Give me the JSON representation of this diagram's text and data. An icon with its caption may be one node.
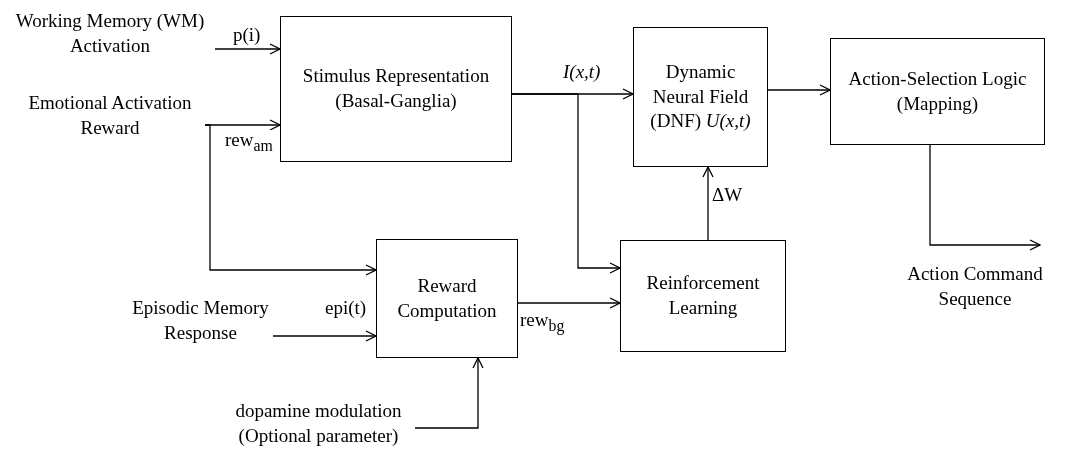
{
  "diagram": {
    "nodes": [
      {
        "text": [
          "Working Memory (WM) Activation"
        ]
      },
      {
        "text": [
          "Emotional Activation Reward"
        ]
      },
      {
        "text": [
          "Stimulus Representation (Basal-Ganglia)"
        ]
      },
      {
        "text": [
          "Dynamic Neural Field (DNF) *U(x,t)*"
        ]
      },
      {
        "text": [
          "Action-Selection Logic (Mapping)"
        ]
      },
      {
        "text": [
          "Episodic Memory Response"
        ]
      },
      {
        "text": [
          "Reward Computation"
        ]
      },
      {
        "text": [
          "Reinforcement Learning"
        ]
      },
      {
        "text": [
          "dopamine modulation (Optional parameter)"
        ]
      }
    ],
    "edges": [
      {
        "from": 0,
        "to": 2,
        "arrow": "to",
        "label": "p(i)"
      },
      {
        "from": 1,
        "to": 2,
        "arrow": "to",
        "label": "rew$_{am}$"
      },
      {
        "from": 1,
        "to": 6,
        "arrow": "to"
      },
      {
        "from": 2,
        "to": 3,
        "arrow": "to",
        "label": "I(x,t)"
      },
      {
        "from": 2,
        "to": 7,
        "arrow": "to"
      },
      {
        "from": 3,
        "to": 4,
        "arrow": "to"
      },
      {
        "from": 4,
        "to": null,
        "arrow": "to"
      },
      {
        "from": 7,
        "to": 3,
        "arrow": "to",
        "label": "ΔW"
      },
      {
        "from": 5,
        "to": 6,
        "arrow": "to",
        "label": "epi(t)"
      },
      {
        "from": 6,
        "to": 7,
        "arrow": "to",
        "label": "rew$_{bg}$"
      },
      {
        "from": 8,
        "to": 6,
        "arrow": "to"
      }
    ],
    "labels": [
      "Action Command Sequence"
    ]
  }
}
